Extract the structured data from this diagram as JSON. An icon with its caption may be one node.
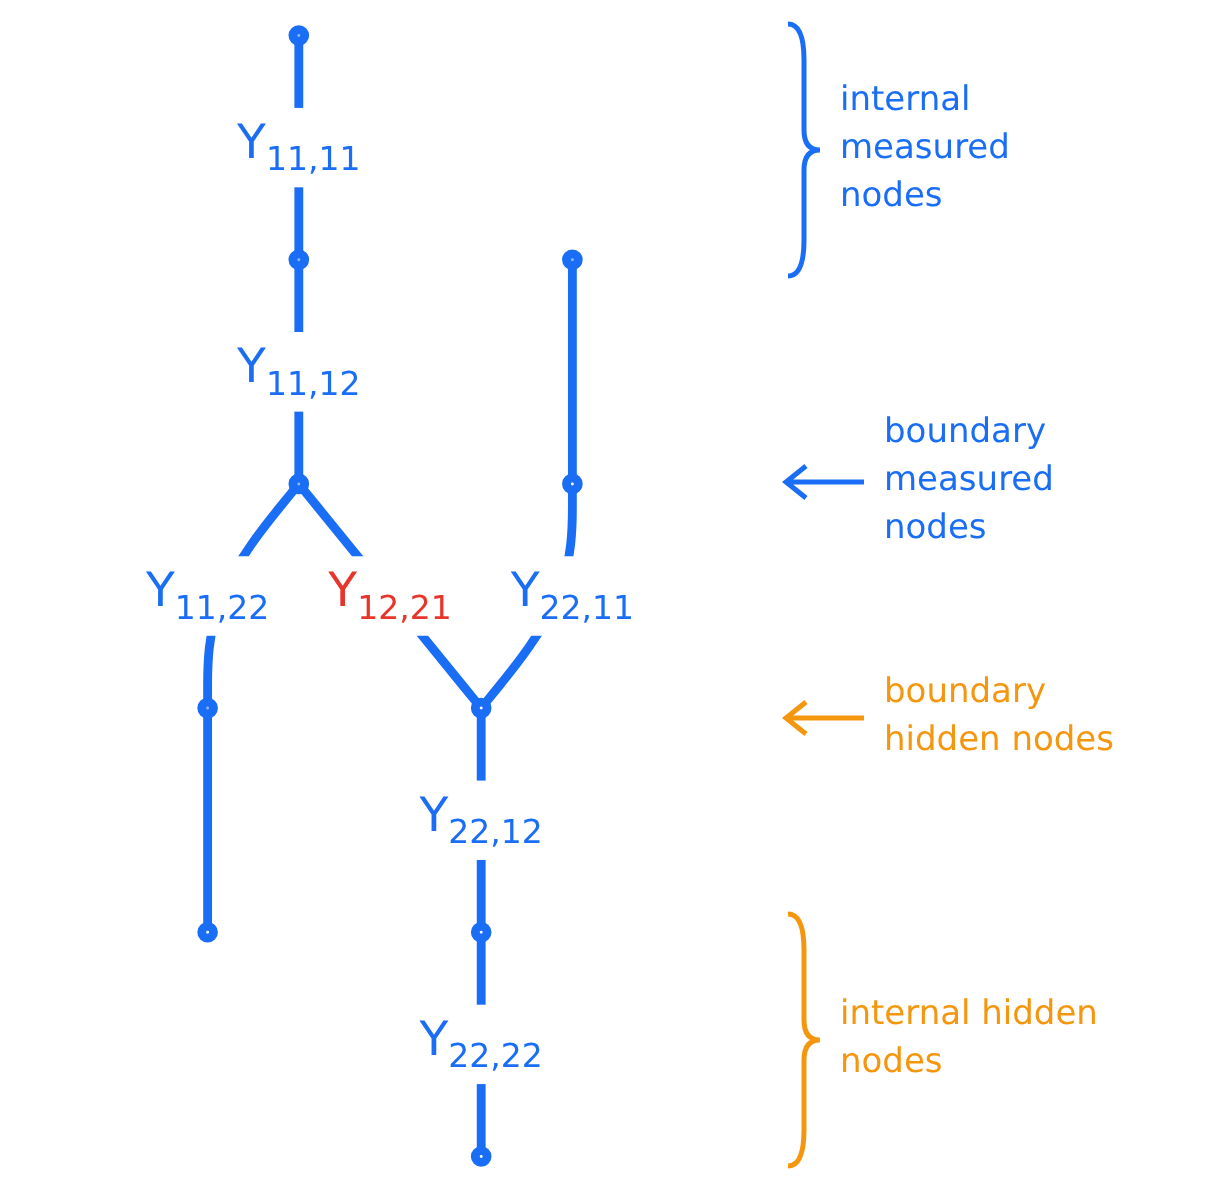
{
  "diagram": {
    "nodes": [
      {
        "text": [],
        "shape": "circle"
      },
      {
        "text": [],
        "shape": "circle"
      },
      {
        "text": [],
        "shape": "circle"
      },
      {
        "text": [],
        "shape": "circle"
      },
      {
        "text": [],
        "shape": "circle"
      },
      {
        "text": [],
        "shape": "circle"
      },
      {
        "text": [],
        "shape": "circle"
      },
      {
        "text": [],
        "shape": "circle"
      },
      {
        "text": [],
        "shape": "circle"
      },
      {
        "text": [],
        "shape": "circle"
      }
    ],
    "edges": [
      {
        "from": 0,
        "to": 1,
        "arrow": "none",
        "label": "Y$_{11,11}$"
      },
      {
        "from": 1,
        "to": 3,
        "arrow": "none",
        "label": "Y$_{11,12}$"
      },
      {
        "from": 3,
        "to": 4,
        "arrow": "none",
        "label": "Y$_{11,22}$"
      },
      {
        "from": 3,
        "to": 6,
        "arrow": "none",
        "label": "Y$_{12,21}$"
      },
      {
        "from": 2,
        "to": 5,
        "arrow": "none"
      },
      {
        "from": 5,
        "to": 6,
        "arrow": "none",
        "label": "Y$_{22,11}$"
      },
      {
        "from": 4,
        "to": 7,
        "arrow": "none"
      },
      {
        "from": 6,
        "to": 8,
        "arrow": "none",
        "label": "Y$_{22,12}$"
      },
      {
        "from": 8,
        "to": 9,
        "arrow": "none",
        "label": "Y$_{22,22}$"
      }
    ],
    "labels": [
      "internal measured nodes",
      "boundary measured nodes",
      "boundary hidden nodes",
      "internal hidden nodes"
    ]
  }
}
